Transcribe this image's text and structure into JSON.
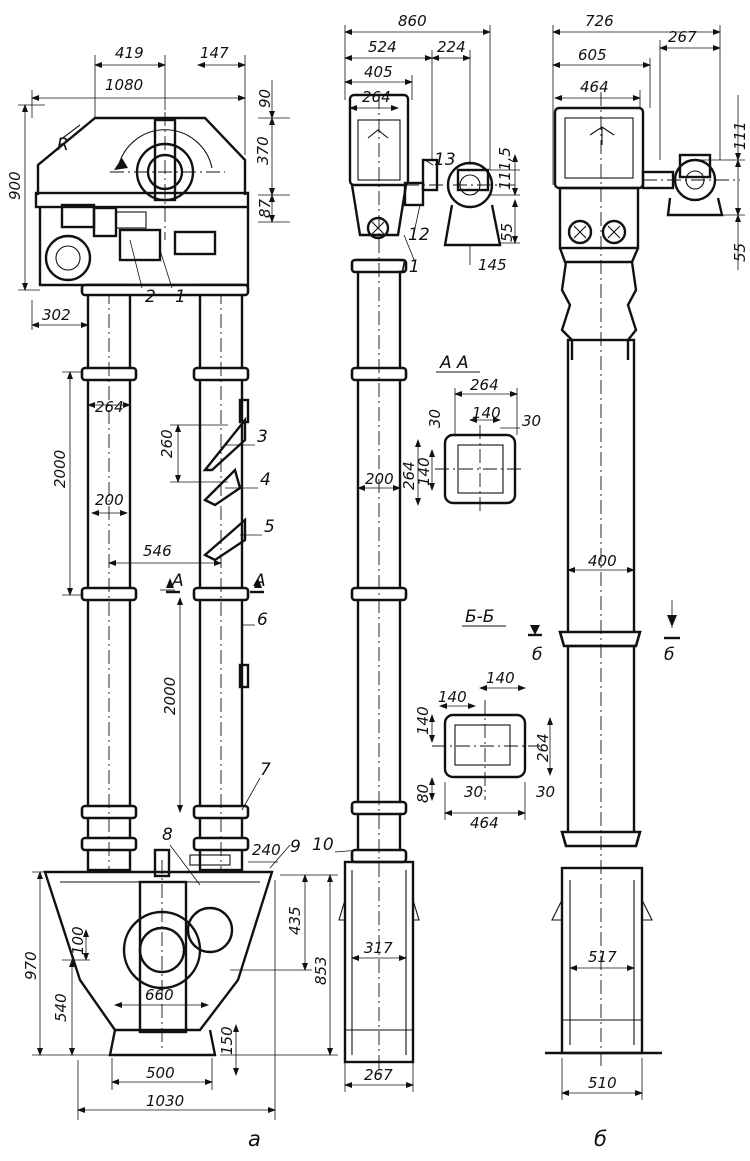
{
  "views": {
    "a": {
      "caption": "а",
      "dims": {
        "top_419": "419",
        "top_147": "147",
        "top_1080": "1080",
        "top_90": "90",
        "left_900": "900",
        "r_370": "370",
        "r_87": "87",
        "l_302": "302",
        "pipe_264": "264",
        "pipe_200": "200",
        "h_2000_upper": "2000",
        "h_260": "260",
        "w_546": "546",
        "h_2000_lower": "2000",
        "d_240": "240",
        "h_435": "435",
        "h_853": "853",
        "h_970": "970",
        "h_540": "540",
        "d_100": "100",
        "w_660": "660",
        "h_150": "150",
        "w_500": "500",
        "w_1030": "1030"
      },
      "callouts": [
        "1",
        "2",
        "3",
        "4",
        "5",
        "6",
        "7",
        "8",
        "9"
      ],
      "section_mark": "A"
    },
    "side": {
      "dims": {
        "w_860": "860",
        "w_524": "524",
        "w_224": "224",
        "w_405": "405",
        "w_264": "264",
        "h_111_5": "111,5",
        "h_55": "55",
        "d_145": "145",
        "pipe_200": "200",
        "w_317": "317",
        "w_267": "267"
      },
      "callouts": [
        "10",
        "11",
        "12",
        "13"
      ]
    },
    "section_AA": {
      "title": "A A",
      "dims": {
        "w_264": "264",
        "w_140": "140",
        "c_30_left": "30",
        "c_30_right": "30",
        "h_264": "264",
        "h_140": "140"
      }
    },
    "section_BB": {
      "title": "Б-Б",
      "mark": "б",
      "dims": {
        "w_140_top": "140",
        "w_140_left": "140",
        "h_140": "140",
        "h_264": "264",
        "h_80": "80",
        "c_30_left": "30",
        "c_30_right": "30",
        "w_464": "464"
      }
    },
    "b": {
      "caption": "б",
      "dims": {
        "w_726": "726",
        "w_267": "267",
        "w_605": "605",
        "w_464": "464",
        "h_111": "111",
        "h_55": "55",
        "w_400": "400",
        "w_517": "517",
        "w_510": "510"
      }
    }
  }
}
